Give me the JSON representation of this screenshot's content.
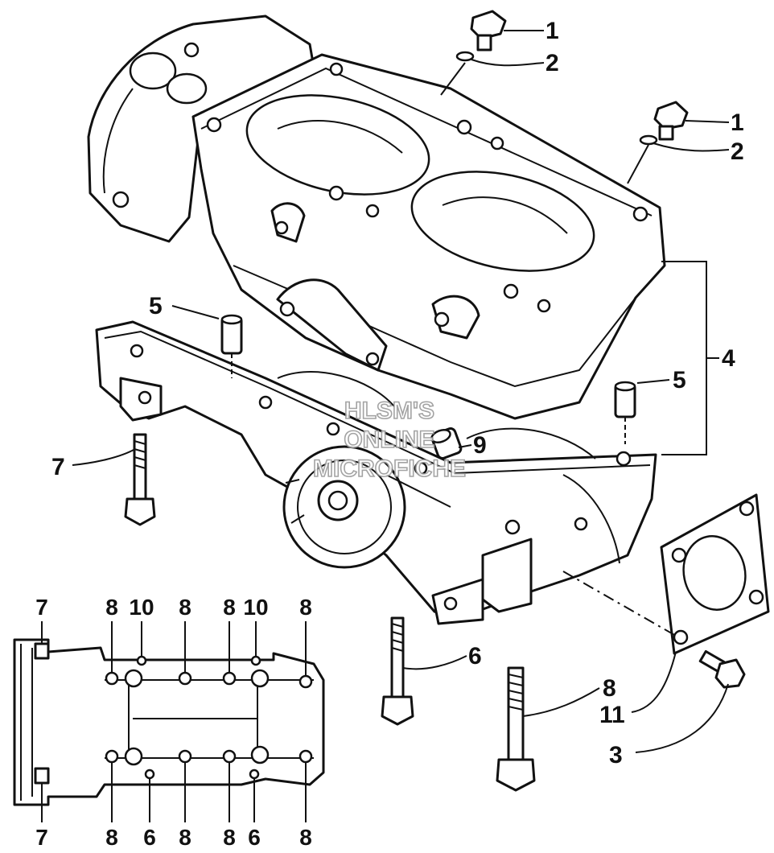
{
  "callouts": {
    "c1_top": "1",
    "c2_top": "2",
    "c1_right": "1",
    "c2_right": "2",
    "c4": "4",
    "c5_left": "5",
    "c5_right": "5",
    "c9": "9",
    "c7": "7",
    "c6": "6",
    "c8": "8",
    "c11": "11",
    "c3": "3"
  },
  "inset": {
    "top_labels": [
      "7",
      "8",
      "10",
      "8",
      "8",
      "10",
      "8"
    ],
    "bottom_labels": [
      "7",
      "8",
      "6",
      "8",
      "8",
      "6",
      "8"
    ]
  },
  "watermark": [
    "HLSM'S",
    "ONLINE",
    "MICROFICHE"
  ]
}
